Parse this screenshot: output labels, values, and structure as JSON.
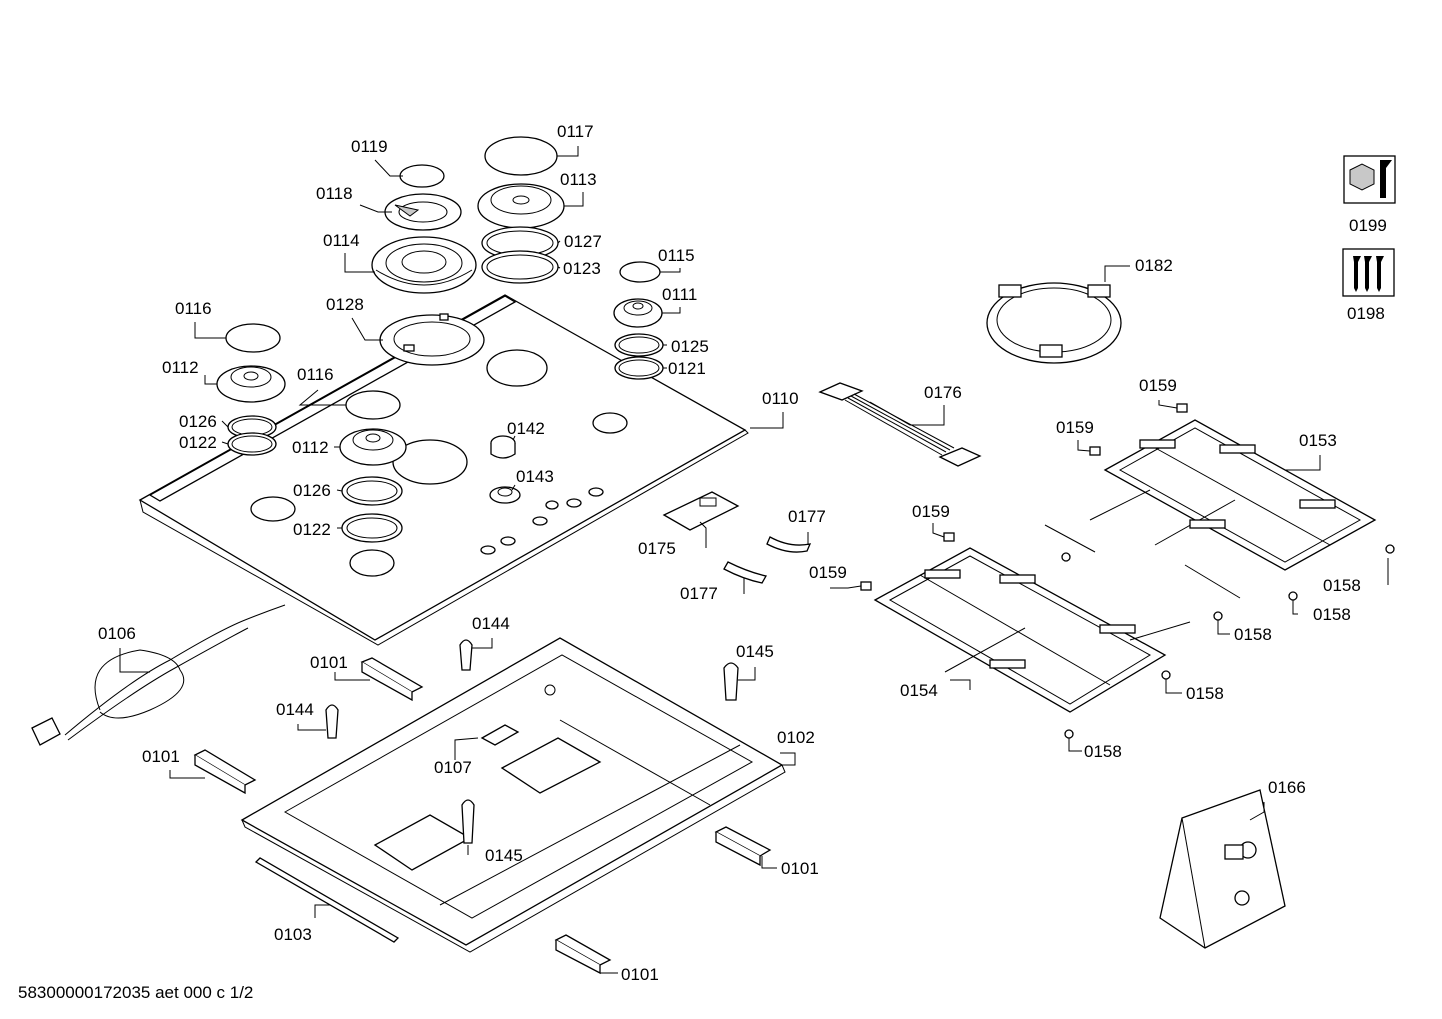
{
  "footer": "58300000172035 aet 000 c 1/2",
  "labels": {
    "p0101": "0101",
    "p0102": "0102",
    "p0103": "0103",
    "p0106": "0106",
    "p0107": "0107",
    "p0110": "0110",
    "p0111": "0111",
    "p0112": "0112",
    "p0113": "0113",
    "p0114": "0114",
    "p0115": "0115",
    "p0116": "0116",
    "p0117": "0117",
    "p0118": "0118",
    "p0119": "0119",
    "p0121": "0121",
    "p0122": "0122",
    "p0123": "0123",
    "p0125": "0125",
    "p0126": "0126",
    "p0127": "0127",
    "p0128": "0128",
    "p0142": "0142",
    "p0143": "0143",
    "p0144": "0144",
    "p0145": "0145",
    "p0153": "0153",
    "p0154": "0154",
    "p0158": "0158",
    "p0159": "0159",
    "p0166": "0166",
    "p0175": "0175",
    "p0176": "0176",
    "p0177": "0177",
    "p0182": "0182",
    "p0198": "0198",
    "p0199": "0199"
  },
  "icons": {
    "service_kit": "nut-wrench-icon",
    "screw_kit": "screws-icon"
  }
}
